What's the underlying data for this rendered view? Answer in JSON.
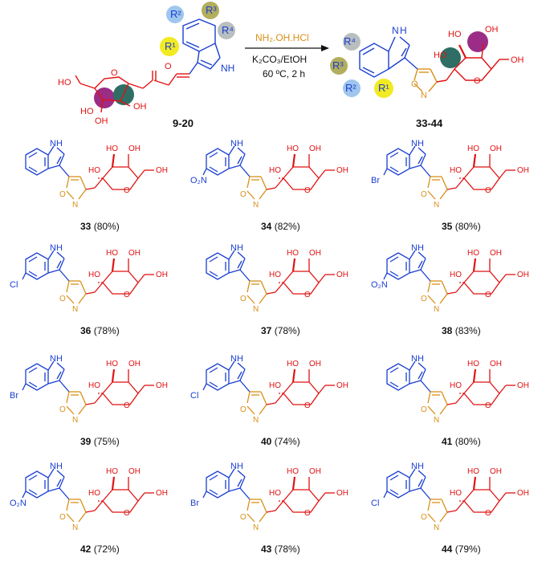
{
  "colors": {
    "indole": "#1a3fd1",
    "isoxazole": "#d9901a",
    "sugar": "#e01212",
    "text": "#111111",
    "sphere_purple": "#9b2d86",
    "sphere_teal": "#2f6e64",
    "r1_yellow": "#f2ea22",
    "r2_blue": "#9fc6ee",
    "r3_olive": "#b2ae5e",
    "r4_gray": "#b9bfbf"
  },
  "scheme": {
    "reactant_label": "9-20",
    "product_label": "33-44",
    "reagent_top": "NH₂.OH.HCl",
    "reagent_mid": "K₂CO₃/EtOH",
    "reagent_bottom": "60 ºC,  2 h",
    "reactant_groups": {
      "r1": "R¹",
      "r2": "R²",
      "r3": "R³",
      "r4": "R⁴",
      "nh": "NH"
    },
    "product_groups": {
      "r1": "R¹",
      "r2": "R²",
      "r3": "R³",
      "r4": "R⁴",
      "nh": "H"
    }
  },
  "atoms": {
    "oh": "OH",
    "ho": "HO",
    "ho_dash": "HO",
    "oh_dash": "OH",
    "o": "O",
    "n": "N",
    "nh": "H",
    "hn": "N"
  },
  "compounds": [
    {
      "id": "33",
      "yield": " (80%)",
      "substituent": ""
    },
    {
      "id": "34",
      "yield": " (82%)",
      "substituent": "O₂N"
    },
    {
      "id": "35",
      "yield": " (80%)",
      "substituent": "Br"
    },
    {
      "id": "36",
      "yield": " (78%)",
      "substituent": "Cl"
    },
    {
      "id": "37",
      "yield": " (78%)",
      "substituent": ""
    },
    {
      "id": "38",
      "yield": " (83%)",
      "substituent": "O₂N"
    },
    {
      "id": "39",
      "yield": " (75%)",
      "substituent": "Br"
    },
    {
      "id": "40",
      "yield": " (74%)",
      "substituent": "Cl"
    },
    {
      "id": "41",
      "yield": " (80%)",
      "substituent": ""
    },
    {
      "id": "42",
      "yield": " (72%)",
      "substituent": "O₂N"
    },
    {
      "id": "43",
      "yield": " (78%)",
      "substituent": "Br"
    },
    {
      "id": "44",
      "yield": " (79%)",
      "substituent": "Cl"
    }
  ]
}
